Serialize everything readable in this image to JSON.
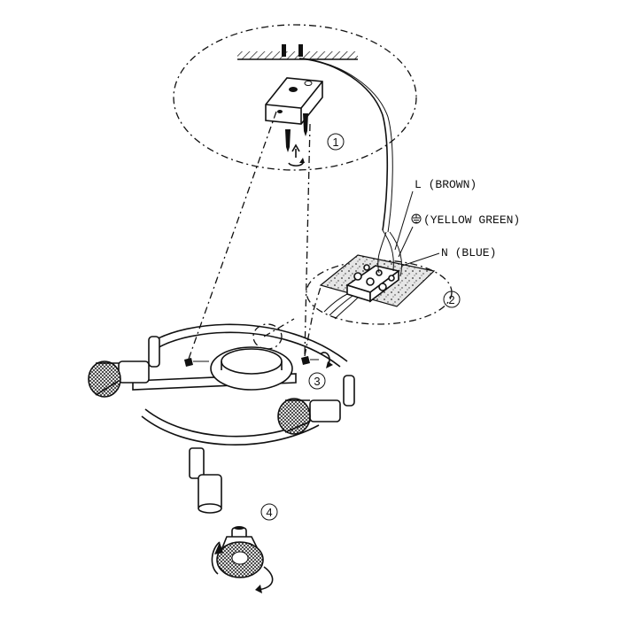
{
  "labels": {
    "live": "L  (BROWN)",
    "earth": "(YELLOW GREEN)",
    "neutral": "N (BLUE)"
  },
  "steps": [
    "1",
    "2",
    "3",
    "4"
  ],
  "icons": [
    "earth-ground-symbol",
    "rotate-arrow",
    "screw",
    "gu10-lamp"
  ]
}
